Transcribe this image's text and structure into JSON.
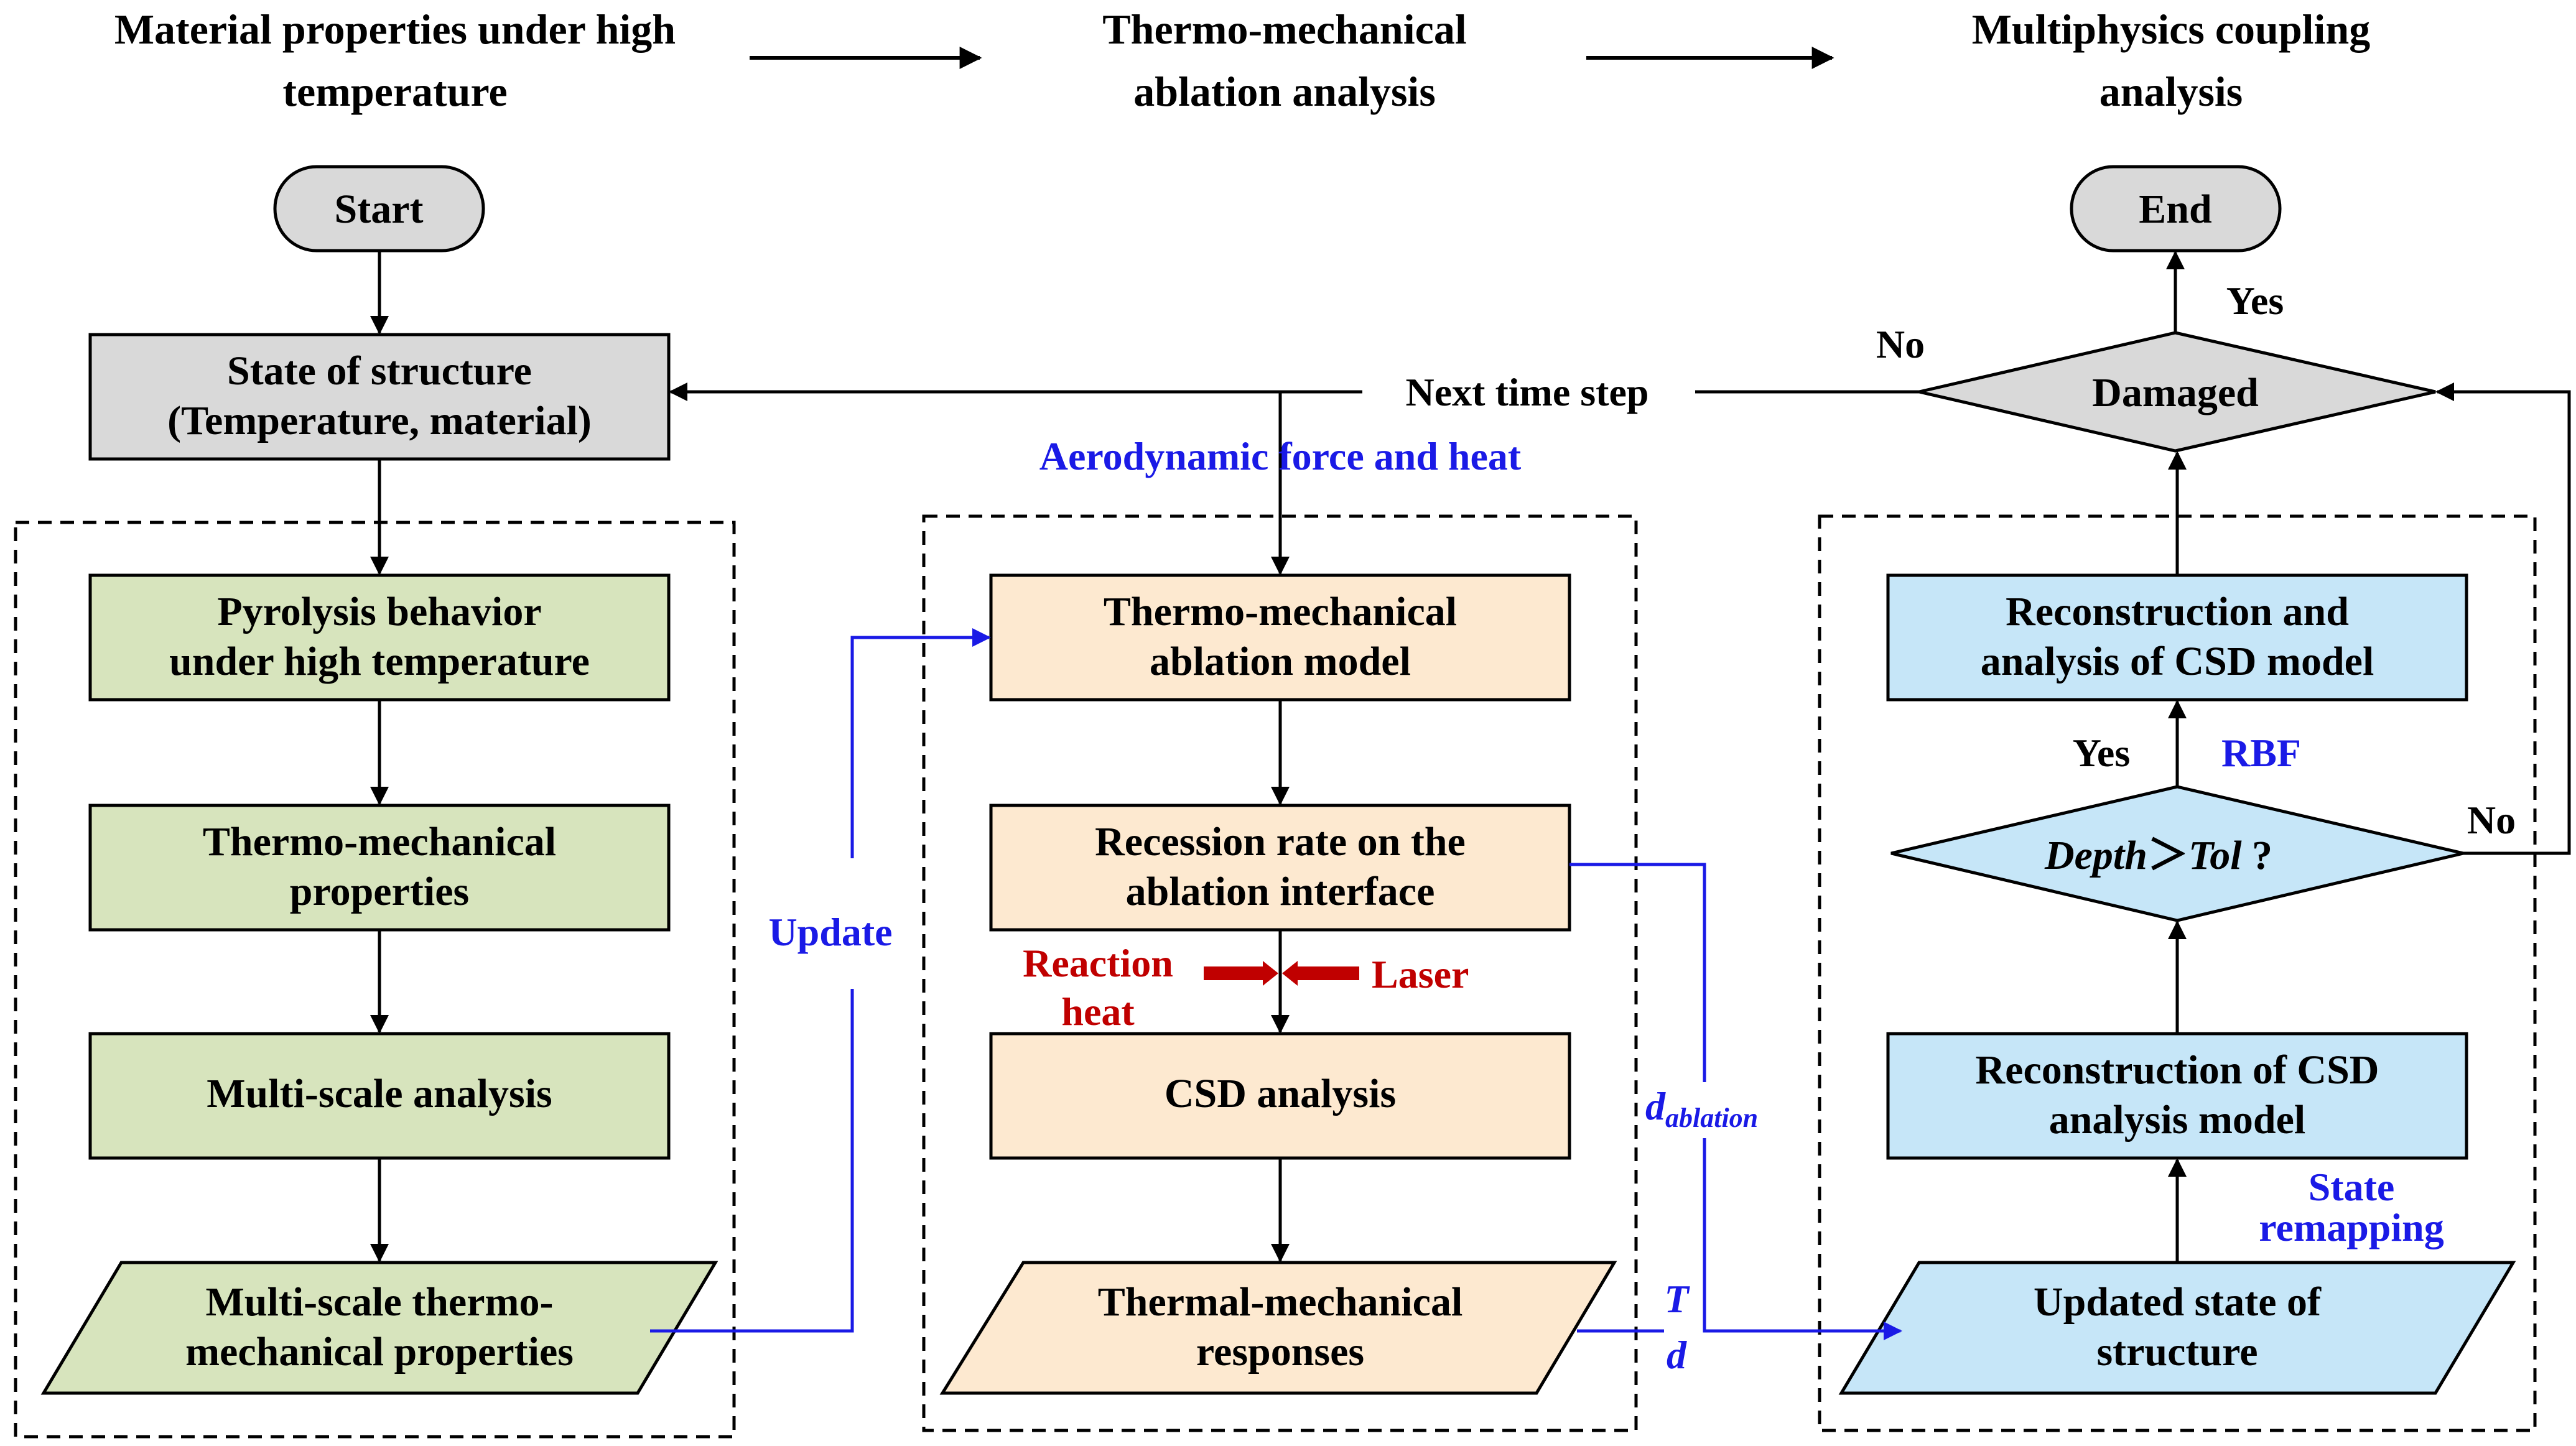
{
  "headers": {
    "left": [
      "Material properties under high",
      "temperature"
    ],
    "middle": [
      "Thermo-mechanical",
      "ablation analysis"
    ],
    "right": [
      "Multiphysics coupling",
      "analysis"
    ]
  },
  "nodes": {
    "start": "Start",
    "end": "End",
    "state": [
      "State of structure",
      "(Temperature, material)"
    ],
    "pyrolysis": [
      "Pyrolysis behavior",
      "under high temperature"
    ],
    "thermo_props": [
      "Thermo-mechanical",
      "properties"
    ],
    "multiscale": "Multi-scale analysis",
    "ms_props": [
      "Multi-scale thermo-",
      "mechanical properties"
    ],
    "ablation_model": [
      "Thermo-mechanical",
      "ablation model"
    ],
    "recession": [
      "Recession rate on the",
      "ablation interface"
    ],
    "csd": "CSD analysis",
    "responses": [
      "Thermal-mechanical",
      "responses"
    ],
    "updated": [
      "Updated state of",
      "structure"
    ],
    "recon_csd": [
      "Reconstruction of CSD",
      "analysis model"
    ],
    "depth": {
      "a": "Depth",
      "op": "＞",
      "b": "Tol",
      "q": " ?"
    },
    "recon_analysis": [
      "Reconstruction and",
      "analysis of CSD model"
    ],
    "damaged": "Damaged"
  },
  "labels": {
    "next_time_step": "Next time step",
    "aero": "Aerodynamic force and heat",
    "update": "Update",
    "reaction": [
      "Reaction",
      "heat"
    ],
    "laser": "Laser",
    "d_ablation": {
      "d": "d",
      "sub": "ablation"
    },
    "T": "T",
    "d": "d",
    "state_remapping": [
      "State",
      "remapping"
    ],
    "yes_rbf": "Yes",
    "rbf": "RBF",
    "yes_end": "Yes",
    "no_left": "No",
    "no_right": "No"
  },
  "colors": {
    "green": "#d7e4bd",
    "orange": "#fde9d0",
    "blue_fill": "#c6e6f8",
    "gray": "#d9d9d9",
    "blue_line": "#1a1ae6",
    "red": "#c00000"
  }
}
